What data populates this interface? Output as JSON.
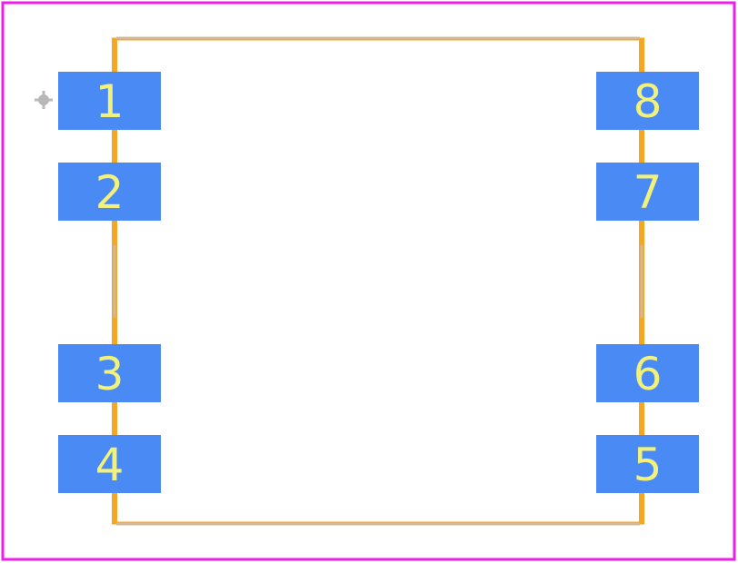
{
  "footprint": {
    "colors": {
      "courtyard": "#ee1ee8",
      "body_outline": "#f5a623",
      "silkscreen": "#d4b896",
      "pad": "#4a8af4",
      "pad_text": "#f2f27a",
      "pin1_marker": "#b8b8b8"
    },
    "pads": [
      {
        "label": "1",
        "side": "left",
        "row": 0
      },
      {
        "label": "2",
        "side": "left",
        "row": 1
      },
      {
        "label": "3",
        "side": "left",
        "row": 3
      },
      {
        "label": "4",
        "side": "left",
        "row": 4
      },
      {
        "label": "8",
        "side": "right",
        "row": 0
      },
      {
        "label": "7",
        "side": "right",
        "row": 1
      },
      {
        "label": "6",
        "side": "right",
        "row": 3
      },
      {
        "label": "5",
        "side": "right",
        "row": 4
      }
    ]
  }
}
